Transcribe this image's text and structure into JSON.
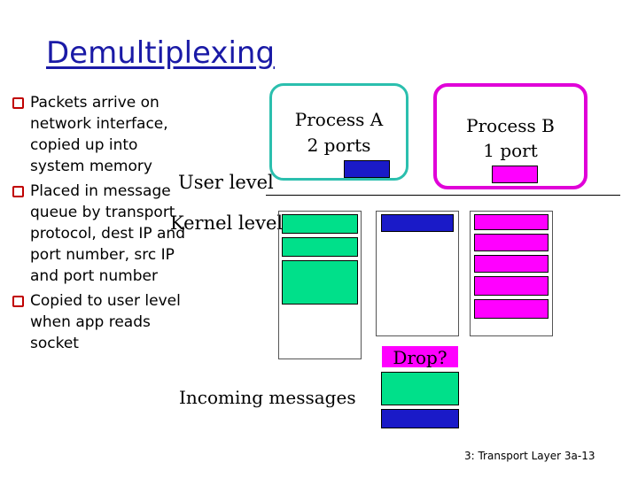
{
  "slide": {
    "title": "Demultiplexing",
    "footer": "3: Transport Layer 3a-13"
  },
  "bullets": [
    "Packets arrive on network interface, copied up into system memory",
    "Placed in message queue by transport protocol, dest IP and port number, src IP and port number",
    "Copied to user level when app reads socket"
  ],
  "processA": {
    "name": "Process A",
    "ports": "2 ports"
  },
  "processB": {
    "name": "Process B",
    "ports": "1 port"
  },
  "levels": {
    "user": "User level",
    "kernel": "Kernel level"
  },
  "drop_label": "Drop?",
  "incoming_label": "Incoming messages",
  "colors": {
    "title": "#1a1aa6",
    "bullet_marker": "#c00000",
    "processA_border": "#2bbfae",
    "processB_border": "#e000d8",
    "message_green": "#00e08a",
    "message_blue": "#1a1ac8",
    "message_pink": "#ff00ff"
  }
}
